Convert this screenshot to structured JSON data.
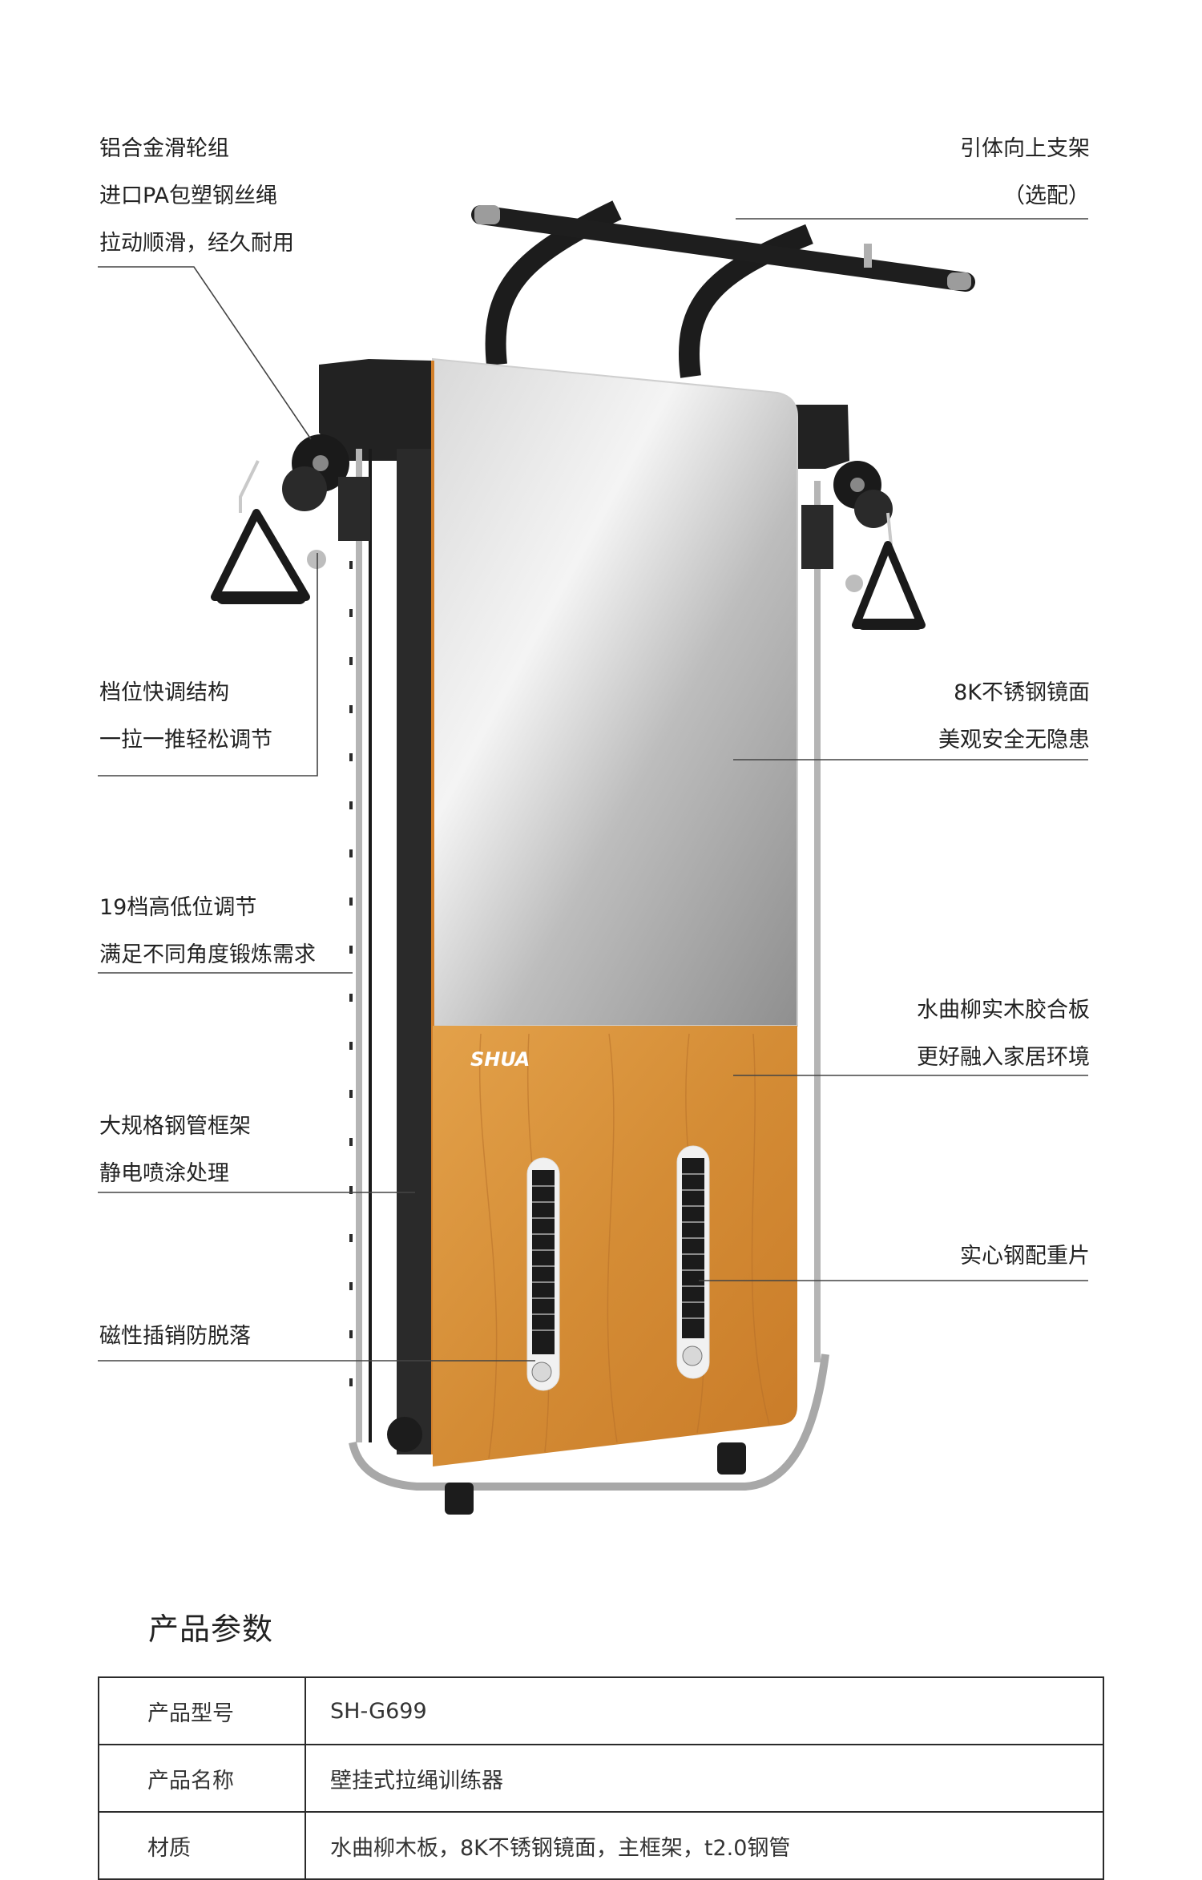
{
  "callouts": {
    "pulley": [
      "铝合金滑轮组",
      "进口PA包塑钢丝绳",
      "拉动顺滑，经久耐用"
    ],
    "pullup": [
      "引体向上支架",
      "（选配）"
    ],
    "quick_adjust": [
      "档位快调结构",
      "一拉一推轻松调节"
    ],
    "mirror": [
      "8K不锈钢镜面",
      "美观安全无隐患"
    ],
    "height": [
      "19档高低位调节",
      "满足不同角度锻炼需求"
    ],
    "wood": [
      "水曲柳实木胶合板",
      "更好融入家居环境"
    ],
    "frame": [
      "大规格钢管框架",
      "静电喷涂处理"
    ],
    "weights": [
      "实心钢配重片"
    ],
    "pin": [
      "磁性插销防脱落"
    ]
  },
  "product": {
    "brand_logo": "SHUA"
  },
  "params": {
    "title": "产品参数",
    "rows": [
      {
        "key": "产品型号",
        "value": "SH-G699"
      },
      {
        "key": "产品名称",
        "value": "壁挂式拉绳训练器"
      },
      {
        "key": "材质",
        "value": "水曲柳木板，8K不锈钢镜面，主框架，t2.0钢管"
      }
    ]
  }
}
